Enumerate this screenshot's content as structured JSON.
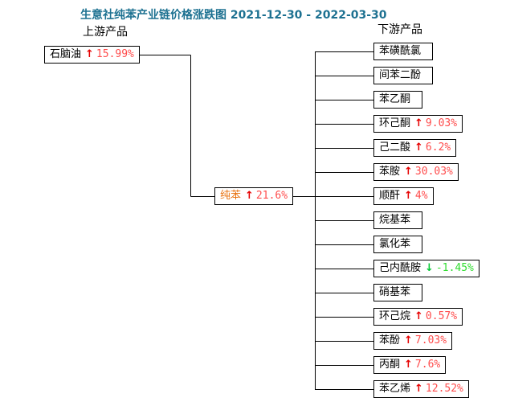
{
  "title": "生意社纯苯产业链价格涨跌图 2021-12-30 - 2022-03-30",
  "colors": {
    "title_color": "#1d7191",
    "up_arrow": "#e60000",
    "up_pct": "#ff4d4d",
    "down_arrow": "#00c832",
    "down_pct": "#30dd30",
    "benzene": "#e8710d",
    "line": "#000000"
  },
  "upstream": {
    "header": "上游产品",
    "item": {
      "name": "石脑油",
      "arrow": "↑",
      "percent": "15.99%",
      "direction": "up"
    }
  },
  "center": {
    "name": "纯苯",
    "arrow": "↑",
    "percent": "21.6%",
    "direction": "up"
  },
  "downstream": {
    "header": "下游产品",
    "items": [
      {
        "name": "苯磺酰氯"
      },
      {
        "name": "间苯二酚"
      },
      {
        "name": "苯乙酮"
      },
      {
        "name": "环己酮",
        "arrow": "↑",
        "percent": "9.03%",
        "direction": "up"
      },
      {
        "name": "己二酸",
        "arrow": "↑",
        "percent": "6.2%",
        "direction": "up"
      },
      {
        "name": "苯胺",
        "arrow": "↑",
        "percent": "30.03%",
        "direction": "up"
      },
      {
        "name": "顺酐",
        "arrow": "↑",
        "percent": "4%",
        "direction": "up"
      },
      {
        "name": "烷基苯"
      },
      {
        "name": "氯化苯"
      },
      {
        "name": "己内酰胺",
        "arrow": "↓",
        "percent": "-1.45%",
        "direction": "down"
      },
      {
        "name": "硝基苯"
      },
      {
        "name": "环己烷",
        "arrow": "↑",
        "percent": "0.57%",
        "direction": "up"
      },
      {
        "name": "苯酚",
        "arrow": "↑",
        "percent": "7.03%",
        "direction": "up"
      },
      {
        "name": "丙酮",
        "arrow": "↑",
        "percent": "7.6%",
        "direction": "up"
      },
      {
        "name": "苯乙烯",
        "arrow": "↑",
        "percent": "12.52%",
        "direction": "up"
      }
    ]
  }
}
